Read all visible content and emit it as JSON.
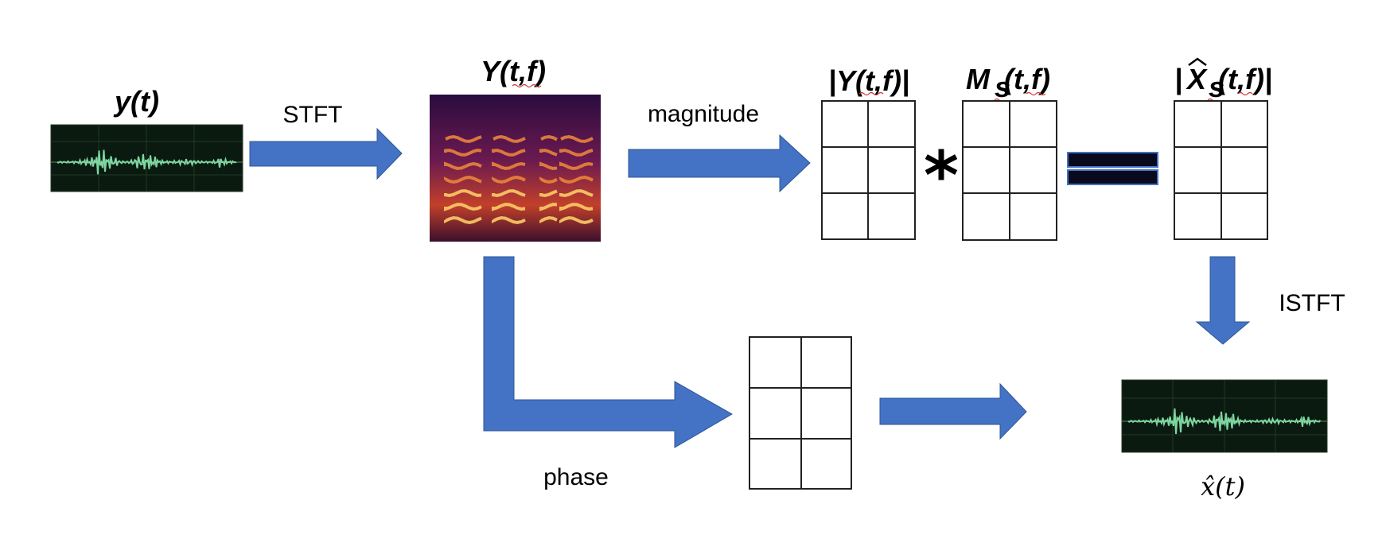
{
  "labels": {
    "signal_in": "y(t)",
    "stft": "STFT",
    "spectrogram_title": "Y(t,f)",
    "magnitude": "magnitude",
    "mag_matrix": "|Y(t,f)|",
    "mask_symbol": "M",
    "mask_subscript": "s",
    "mask_args": "(t,f)",
    "multiply": "*",
    "est_mag_left": "|",
    "est_mag_symbol": "X",
    "est_mag_subscript": "s",
    "est_mag_args": "(t,f)|",
    "istft": "ISTFT",
    "phase": "phase",
    "signal_out": "x̂(t)"
  },
  "colors": {
    "arrow": "#4472c4",
    "arrow_stroke": "#2f5597",
    "waveform": "#7ed6a1",
    "waveform_bg": "#0b1a10",
    "spectrogram_dark": "#1a0b2e",
    "spectrogram_hot": "#f5a03a",
    "equals_fill": "#0a0a1e",
    "equals_border": "#4472c4"
  },
  "icons": {
    "multiply": "asterisk-icon",
    "equals": "equals-icon"
  }
}
